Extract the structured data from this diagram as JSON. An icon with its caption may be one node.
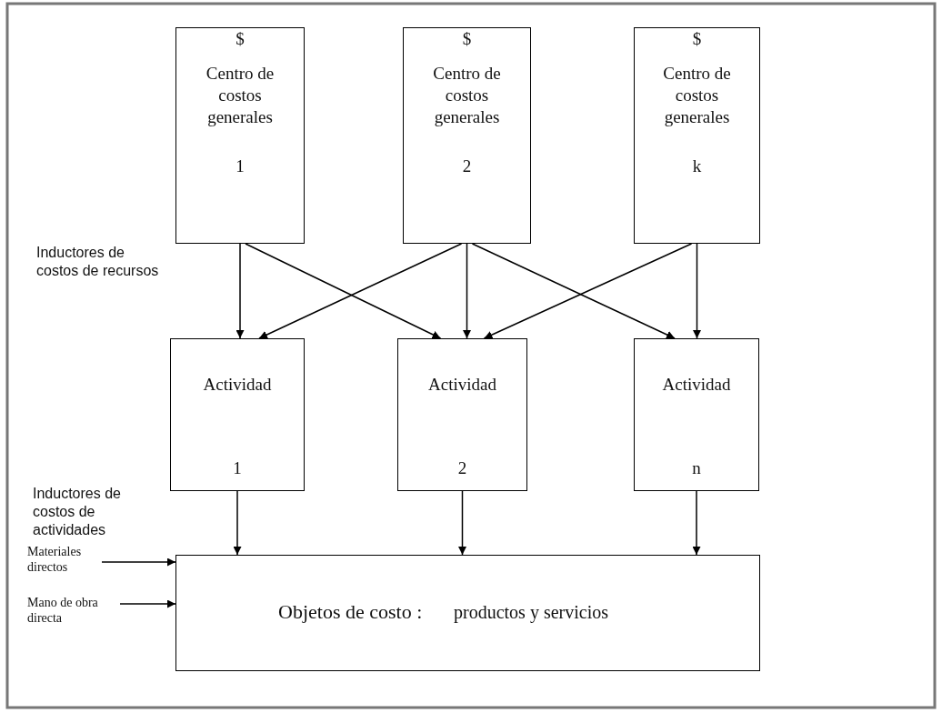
{
  "diagram": {
    "nodes": [
      {
        "text": [
          "$",
          "Centro de costos generales",
          "1"
        ]
      },
      {
        "text": [
          "$",
          "Centro de costos generales",
          "2"
        ]
      },
      {
        "text": [
          "$",
          "Centro de costos generales",
          "k"
        ]
      },
      {
        "text": [
          "Actividad",
          "1"
        ]
      },
      {
        "text": [
          "Actividad",
          "2"
        ]
      },
      {
        "text": [
          "Actividad",
          "n"
        ]
      },
      {
        "text": [
          "Objetos de costo :",
          "productos y servicios"
        ]
      },
      {
        "text": [
          "Materiales directos"
        ]
      },
      {
        "text": [
          "Mano de obra directa"
        ]
      }
    ],
    "edges": [
      {
        "from": 0,
        "to": 3,
        "arrow": "to"
      },
      {
        "from": 0,
        "to": 4,
        "arrow": "to"
      },
      {
        "from": 1,
        "to": 3,
        "arrow": "to"
      },
      {
        "from": 1,
        "to": 4,
        "arrow": "to"
      },
      {
        "from": 1,
        "to": 5,
        "arrow": "to"
      },
      {
        "from": 2,
        "to": 4,
        "arrow": "to"
      },
      {
        "from": 2,
        "to": 5,
        "arrow": "to"
      },
      {
        "from": 3,
        "to": 6,
        "arrow": "to"
      },
      {
        "from": 4,
        "to": 6,
        "arrow": "to"
      },
      {
        "from": 5,
        "to": 6,
        "arrow": "to"
      },
      {
        "from": 7,
        "to": 6,
        "arrow": "to"
      },
      {
        "from": 8,
        "to": 6,
        "arrow": "to"
      }
    ],
    "labels": [
      "Inductores de costos de recursos",
      "Inductores de costos de actividades"
    ]
  }
}
